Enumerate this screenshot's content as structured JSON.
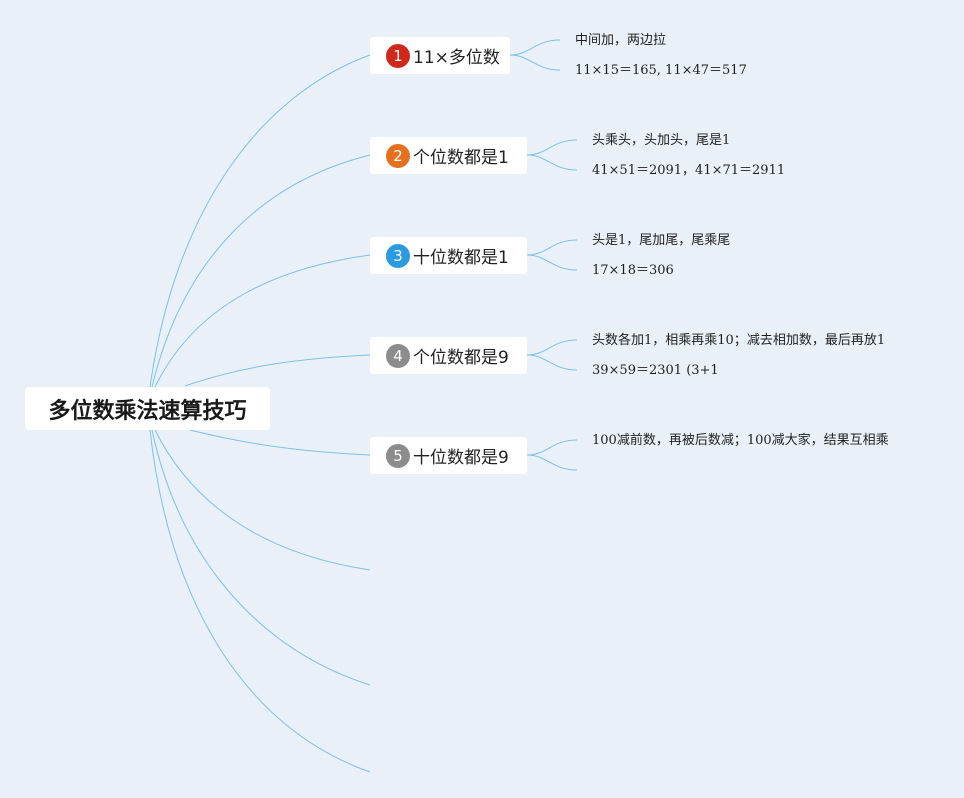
{
  "colors": {
    "background": "#e9f0f8",
    "connector": "#7cc0ea",
    "node_bg": "#ffffff"
  },
  "root": {
    "label": "多位数乘法速算技巧"
  },
  "branches": [
    {
      "number": "1",
      "badge_color": "#d0281b",
      "label": "11×多位数",
      "children": [
        "中间加，两边拉",
        "11×15＝165, 11×47＝517"
      ]
    },
    {
      "number": "2",
      "badge_color": "#e5701f",
      "label": "个位数都是1",
      "children": [
        "头乘头，头加头，尾是1",
        "41×51＝2091，41×71＝2911"
      ]
    },
    {
      "number": "3",
      "badge_color": "#2a9be0",
      "label": "十位数都是1",
      "children": [
        "头是1，尾加尾，尾乘尾",
        "17×18＝306"
      ]
    },
    {
      "number": "4",
      "badge_color": "#8c8c8c",
      "label": "个位数都是9",
      "children": [
        "头数各加1，相乘再乘10；减去相加数，最后再放1",
        "39×59＝2301 (3+1"
      ]
    },
    {
      "number": "5",
      "badge_color": "#8c8c8c",
      "label": "十位数都是9",
      "children": [
        "100减前数，再被后数减；100减大家，结果互相乘",
        ""
      ]
    }
  ]
}
